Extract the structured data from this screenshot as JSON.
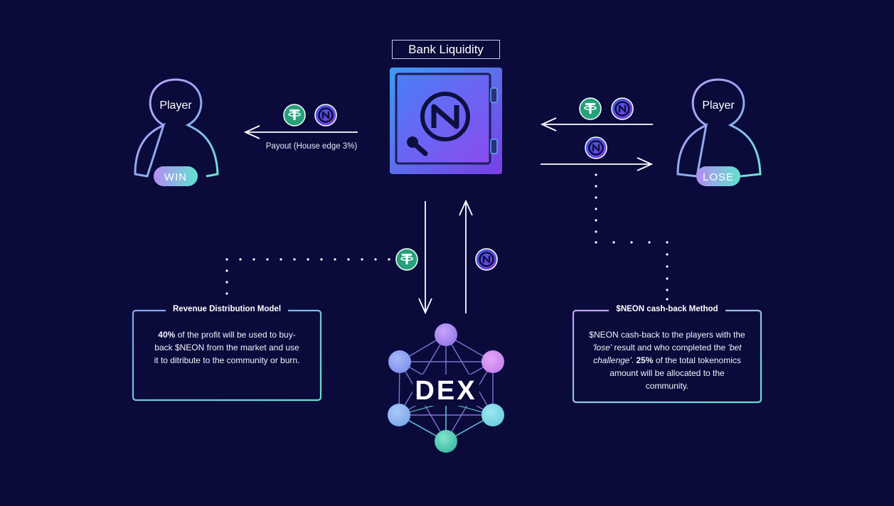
{
  "bank": {
    "title": "Bank Liquidity"
  },
  "players": {
    "left": {
      "label": "Player",
      "result": "WIN"
    },
    "right": {
      "label": "Player",
      "result": "LOSE"
    }
  },
  "payout": {
    "label": "Payout (House edge 3%)"
  },
  "dex": {
    "label": "DEX"
  },
  "revenue_box": {
    "title": "Revenue Distribution Model",
    "body_bold": "40%",
    "body_rest": " of the profit will be used to buy-back $NEON from the market and use it to ditribute to the community or burn."
  },
  "cashback_box": {
    "title": "$NEON cash-back Method",
    "body_1": "$NEON cash-back to the players with the ",
    "body_italic_1": "'lose'",
    "body_2": " result and who completed the ",
    "body_italic_2": "'bet challenge'",
    "body_3": ". ",
    "body_bold": "25%",
    "body_4": " of the total tokenomics amount will be allocated to the community."
  },
  "icons": {
    "usdt": "tether-icon",
    "neon": "neon-token-icon",
    "safe": "safe-icon"
  },
  "colors": {
    "background": "#0a0b3b",
    "tether": "#26a17b",
    "neon_purple": "#5b4ad9",
    "cyan": "#5fe0d8",
    "violet": "#b98cf5"
  }
}
